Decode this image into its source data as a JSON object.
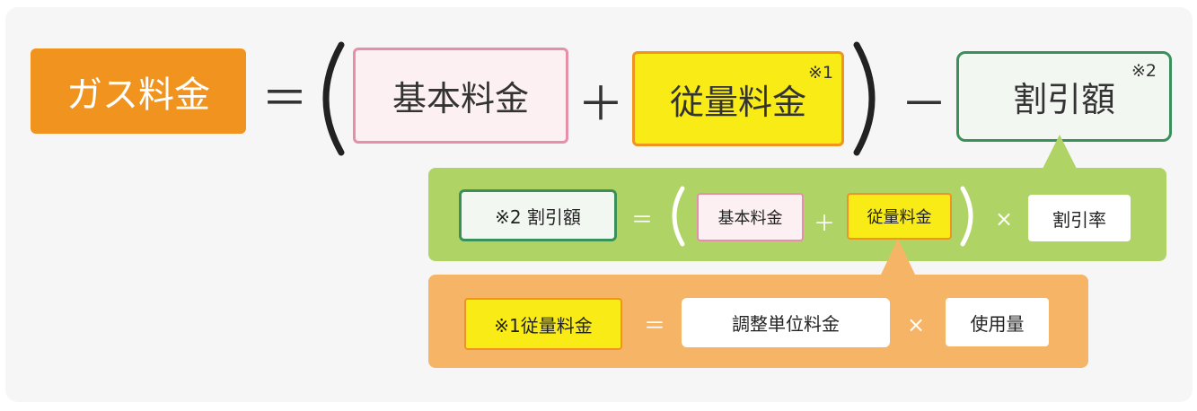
{
  "formula": {
    "gas_fee": "ガス料金",
    "equals": "＝",
    "basic_fee": "基本料金",
    "plus": "＋",
    "usage_fee": "従量料金",
    "usage_note": "※1",
    "minus": "－",
    "discount": "割引額",
    "discount_note": "※2"
  },
  "discount_detail": {
    "label": "※2 割引額",
    "equals": "＝",
    "basic_fee": "基本料金",
    "plus": "＋",
    "usage_fee": "従量料金",
    "times": "×",
    "rate": "割引率"
  },
  "usage_detail": {
    "label": "※1従量料金",
    "equals": "＝",
    "unit_price": "調整単位料金",
    "times": "×",
    "usage_amount": "使用量"
  },
  "colors": {
    "gas_orange": "#f0941f",
    "basic_pink_border": "#e58fa8",
    "usage_yellow": "#f8eb16",
    "discount_green_border": "#3a9058",
    "green_panel": "#afd465",
    "orange_panel": "#f5b466"
  }
}
